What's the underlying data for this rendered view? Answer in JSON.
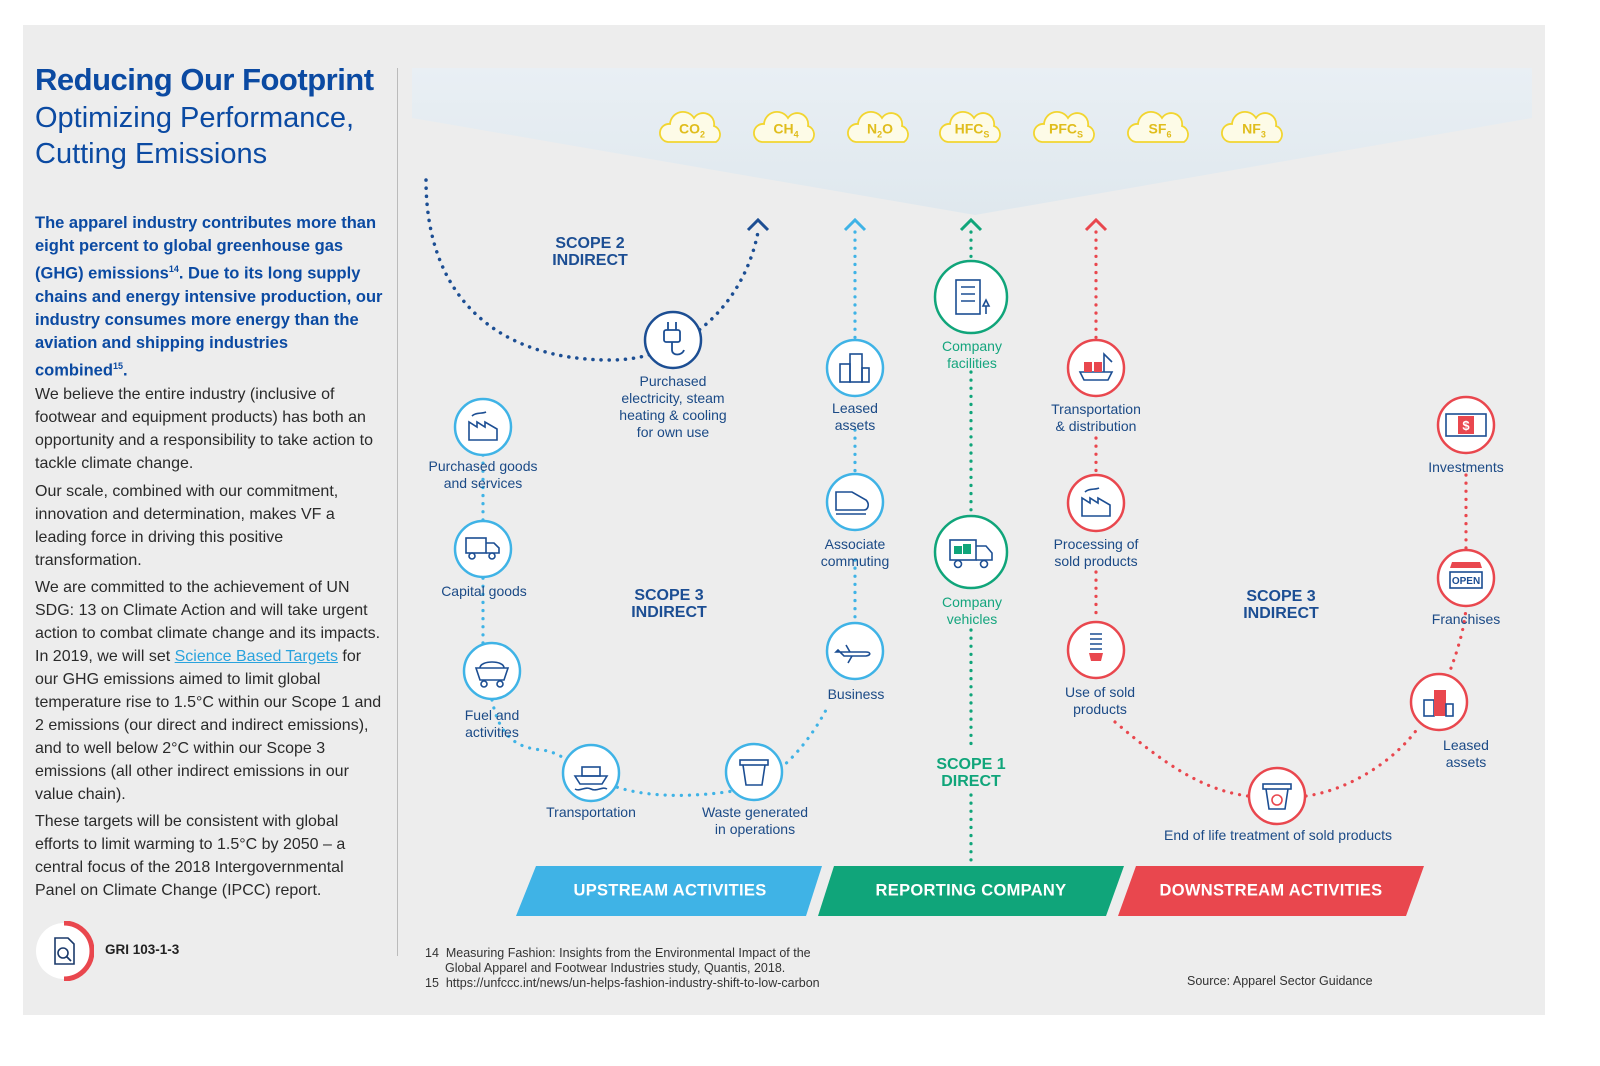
{
  "header": {
    "title": "Reducing Our Footprint",
    "subtitle_line1": "Optimizing Performance,",
    "subtitle_line2": "Cutting Emissions"
  },
  "intro": {
    "lead_a": "The apparel industry contributes more than eight percent to global greenhouse gas (GHG) emissions",
    "lead_ref1": "14",
    "lead_b": ". Due to its long supply chains and energy intensive production, our industry consumes more energy than the aviation and shipping industries combined",
    "lead_ref2": "15",
    "lead_c": ".",
    "p1": "We believe the entire industry (inclusive of footwear and equipment products) has both an opportunity and a responsibility to take action to tackle climate change.",
    "p2": "Our scale, combined with our commitment, innovation and determination, makes VF a leading force in driving this positive transformation.",
    "p3_a": "We are committed to the achievement of UN SDG: 13 on Climate Action and will take urgent action to combat climate change and its impacts. In 2019, we will set ",
    "p3_link": "Science Based Targets",
    "p3_b": " for our GHG emissions aimed to limit global temperature rise to 1.5°C within our Scope 1 and 2 emissions (our direct and indirect emissions), and to well below 2°C within our Scope 3 emissions (all other indirect emissions in our value chain).",
    "p4": "These targets will be consistent with global efforts to limit warming to 1.5°C by 2050 – a central focus of the 2018 Intergovernmental Panel on Climate Change (IPCC) report."
  },
  "gri": {
    "label": "GRI 103-1-3",
    "icon": "report-search-icon"
  },
  "gases": [
    {
      "base": "CO",
      "sub": "2"
    },
    {
      "base": "CH",
      "sub": "4"
    },
    {
      "base": "N",
      "sub": "2",
      "tail": "O"
    },
    {
      "base": "HFC",
      "sub": "S"
    },
    {
      "base": "PFC",
      "sub": "S"
    },
    {
      "base": "SF",
      "sub": "6"
    },
    {
      "base": "NF",
      "sub": "3"
    }
  ],
  "scopes": {
    "scope2": {
      "l1": "SCOPE 2",
      "l2": "INDIRECT"
    },
    "scope3_up": {
      "l1": "SCOPE 3",
      "l2": "INDIRECT"
    },
    "scope1": {
      "l1": "SCOPE 1",
      "l2": "DIRECT"
    },
    "scope3_down": {
      "l1": "SCOPE 3",
      "l2": "INDIRECT"
    }
  },
  "nodes": {
    "purchased_electricity": {
      "l1": "Purchased",
      "l2": "electricity, steam",
      "l3": "heating & cooling",
      "l4": "for own use",
      "icon": "plug-icon"
    },
    "purchased_goods": {
      "l1": "Purchased goods",
      "l2": "and services",
      "icon": "factory-icon"
    },
    "capital_goods": {
      "l1": "Capital goods",
      "icon": "truck-icon"
    },
    "fuel": {
      "l1": "Fuel and",
      "l2": "activities",
      "icon": "coal-cart-icon"
    },
    "transportation": {
      "l1": "Transportation",
      "icon": "ship-icon"
    },
    "waste": {
      "l1": "Waste generated",
      "l2": "in operations",
      "icon": "bin-icon"
    },
    "business": {
      "l1": "Business",
      "icon": "airplane-icon"
    },
    "commuting": {
      "l1": "Associate",
      "l2": "commuting",
      "icon": "train-icon"
    },
    "leased_up": {
      "l1": "Leased",
      "l2": "assets",
      "icon": "buildings-icon"
    },
    "facilities": {
      "l1": "Company",
      "l2": "facilities",
      "icon": "office-building-icon"
    },
    "vehicles": {
      "l1": "Company",
      "l2": "vehicles",
      "icon": "delivery-truck-icon"
    },
    "transport_dist": {
      "l1": "Transportation",
      "l2": "& distribution",
      "icon": "cargo-ship-icon"
    },
    "processing": {
      "l1": "Processing of",
      "l2": "sold products",
      "icon": "factory-icon"
    },
    "use_sold": {
      "l1": "Use of sold",
      "l2": "products",
      "icon": "lightbulb-icon"
    },
    "end_of_life": {
      "l1": "End of life treatment of sold products",
      "icon": "recycle-bin-icon"
    },
    "leased_down": {
      "l1": "Leased",
      "l2": "assets",
      "icon": "buildings-icon"
    },
    "franchises": {
      "l1": "Franchises",
      "icon": "open-sign-icon",
      "sign": "OPEN"
    },
    "investments": {
      "l1": "Investments",
      "icon": "money-icon",
      "sign": "$"
    }
  },
  "bars": {
    "upstream": "UPSTREAM ACTIVITIES",
    "reporting": "REPORTING COMPANY",
    "downstream": "DOWNSTREAM ACTIVITIES"
  },
  "colors": {
    "navy": "#1c4e93",
    "sky": "#3fb3e6",
    "green": "#10a57a",
    "red": "#e9474e",
    "gas": "#f2d530"
  },
  "footnotes": {
    "n14_num": "14",
    "n14_l1": "Measuring Fashion: Insights from the Environmental Impact of the",
    "n14_l2": "Global Apparel and Footwear Industries study, Quantis, 2018.",
    "n15_num": "15",
    "n15_l1": "https://unfccc.int/news/un-helps-fashion-industry-shift-to-low-carbon"
  },
  "source": "Source: Apparel Sector Guidance"
}
